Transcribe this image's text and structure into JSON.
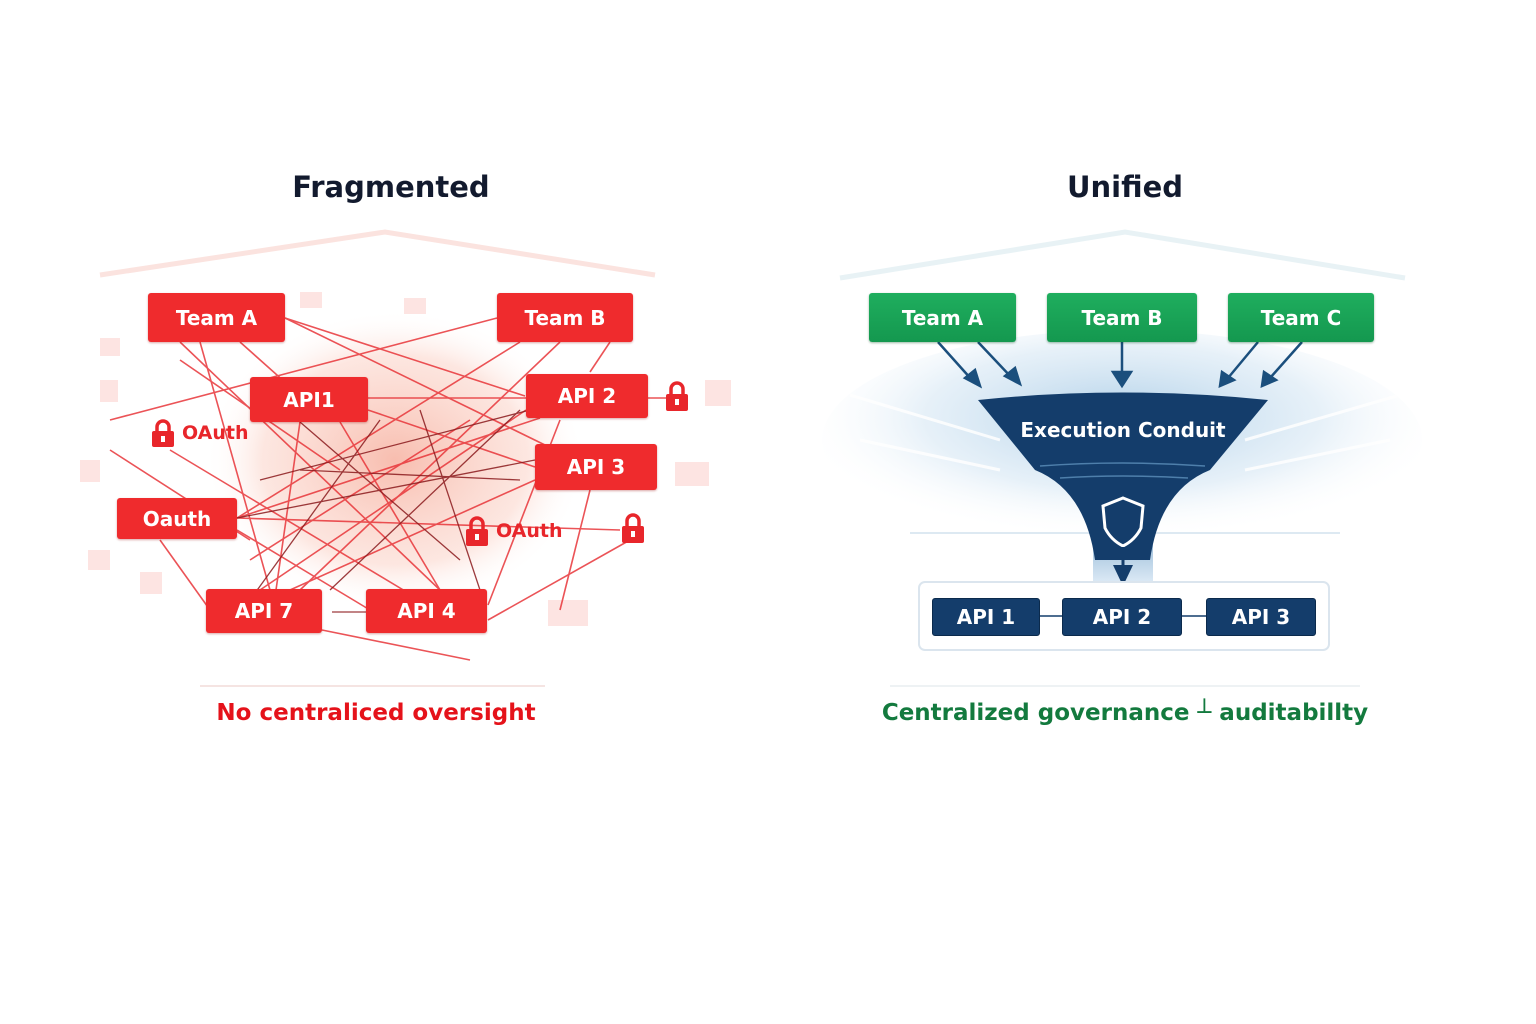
{
  "left_panel": {
    "title": "Fragmented",
    "nodes": {
      "team_a": "Team A",
      "team_b": "Team B",
      "api1": "API1",
      "api2": "API 2",
      "api3": "API 3",
      "oauth_box": "Oauth",
      "api7": "API 7",
      "api4": "API 4"
    },
    "oauth_labels": [
      "OAuth",
      "OAuth"
    ],
    "caption": "No centraliced oversight",
    "accent_color": "#ef2b2d"
  },
  "right_panel": {
    "title": "Unified",
    "teams": [
      "Team A",
      "Team B",
      "Team C"
    ],
    "conduit_label": "Execution Conduit",
    "apis": [
      "API 1",
      "API 2",
      "API 3"
    ],
    "caption": "Centralized governance ┴ auditabillty",
    "team_color": "#1aa558",
    "navy_color": "#143d6b"
  }
}
